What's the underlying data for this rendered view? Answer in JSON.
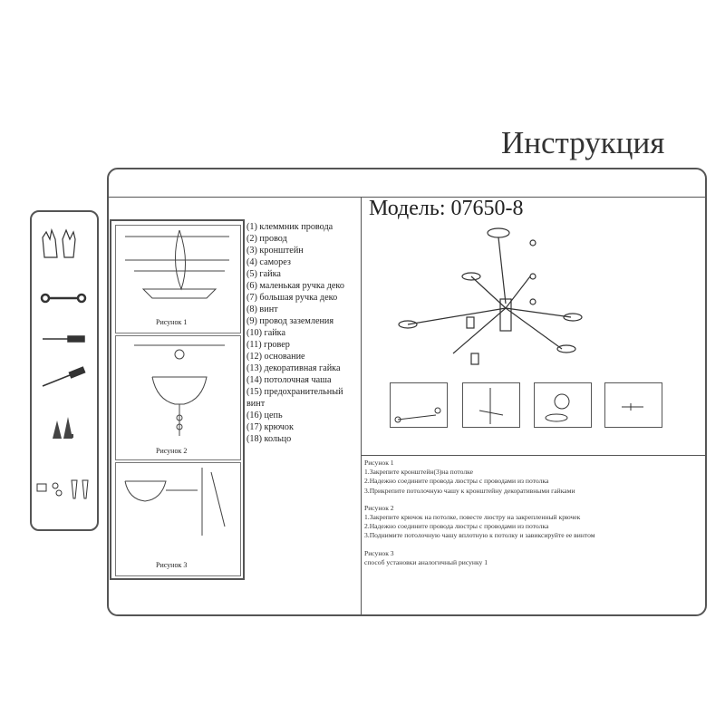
{
  "title": "Инструкция",
  "model": "Модель: 07650-8",
  "parts": [
    "(1) клеммник провода",
    "(2) провод",
    "(3) кронштейн",
    "(4) саморез",
    "(5) гайка",
    "(6) маленькая ручка деко",
    "(7) большая ручка деко",
    "(8) винт",
    "(9) провод заземления",
    "(10) гайка",
    "(11) гровер",
    "(12) основание",
    "(13) декоративная гайка",
    "(14) потолочная чаша",
    "(15) предохранительный",
    "винт",
    "(16) цепь",
    "(17) крючок",
    "(18) кольцо"
  ],
  "figures": [
    "Рисунок 1",
    "Рисунок 2",
    "Рисунок 3"
  ],
  "steps": {
    "f1_title": "Рисунок 1",
    "f1": [
      "1.Закрепите кронштейн(3)на потолке",
      "2.Надежно соедините провода люстры с проводами из потолка",
      "3.Прикрепите потолочную чашу к кронштейну декоративными гайками"
    ],
    "f2_title": "Рисунок 2",
    "f2": [
      "1.Закрепите крючок на потолке, повесте люстру на закрепленный крючек",
      "2.Надежно соедините провода люстры с проводами из потолка",
      "3.Поднимите потолочную чашу вплотную к потолку и завиксируйте ее винтом"
    ],
    "f3_title": "Рисунок 3",
    "f3": [
      "способ установки аналогичный рисунку 1"
    ]
  }
}
